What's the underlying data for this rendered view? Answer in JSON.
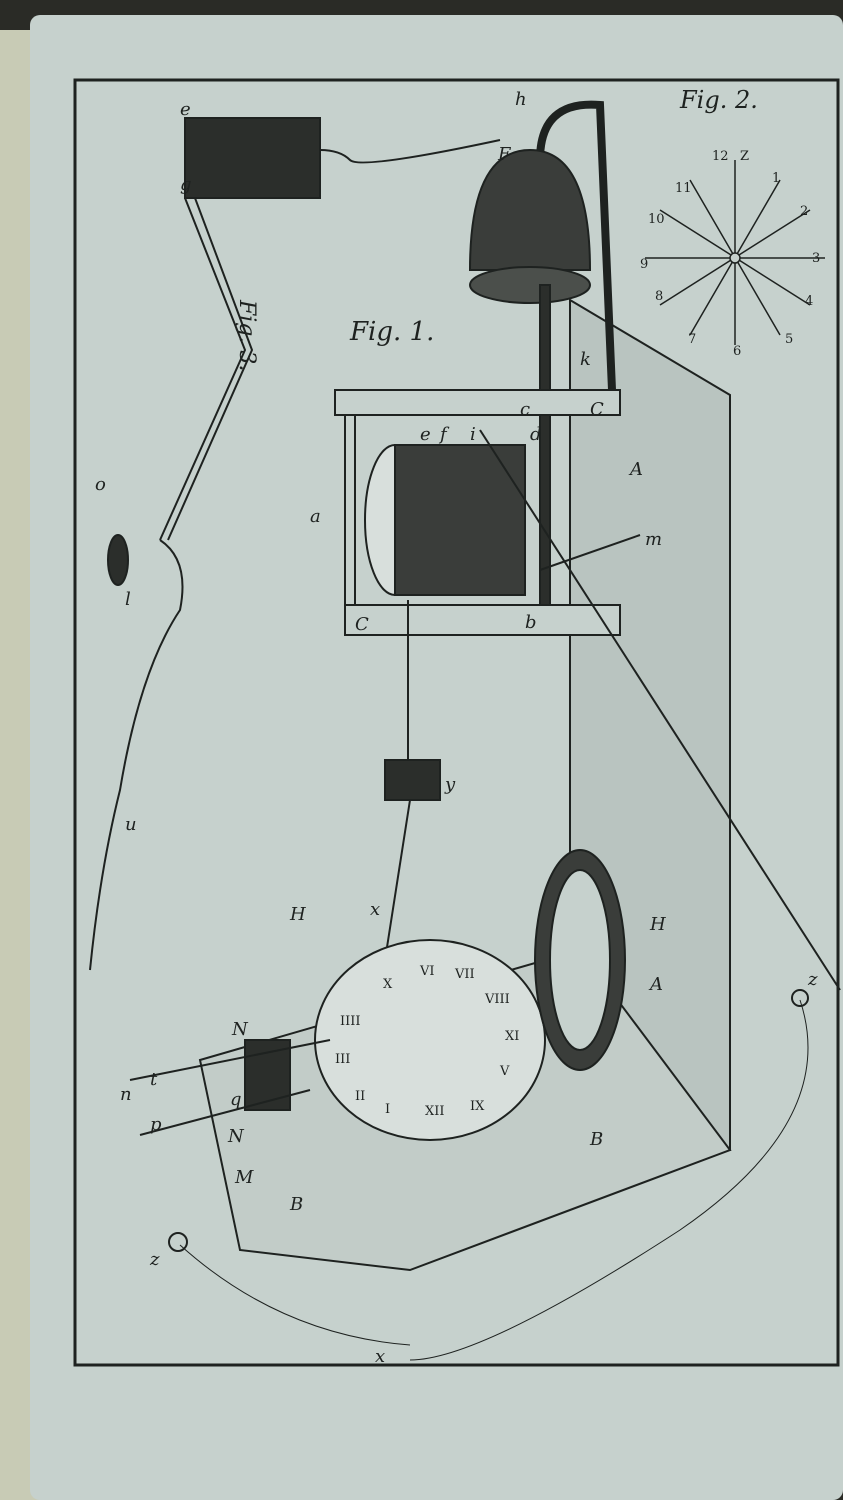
{
  "plate": {
    "fig1_title": "Fig. 1.",
    "fig2_title": "Fig. 2.",
    "fig3_title": "Fig. 3.",
    "fig2_numbers": [
      "12",
      "Z",
      "1",
      "2",
      "3",
      "4",
      "5",
      "6",
      "7",
      "8",
      "9",
      "10",
      "11"
    ],
    "clock_numerals": [
      "I",
      "II",
      "III",
      "IIII",
      "V",
      "VI",
      "VII",
      "VIII",
      "IX",
      "X",
      "XI",
      "XII"
    ],
    "labels": {
      "h": "h",
      "F": "F",
      "c": "c",
      "C": "C",
      "A": "A",
      "B": "B",
      "m": "m",
      "a": "a",
      "b": "b",
      "d": "d",
      "e": "e",
      "f": "f",
      "g": "g",
      "i": "i",
      "k": "k",
      "y": "y",
      "x": "x",
      "H": "H",
      "N": "N",
      "M": "M",
      "n": "n",
      "t": "t",
      "p": "p",
      "q": "q",
      "u": "u",
      "o": "o",
      "l": "l",
      "z": "z"
    }
  },
  "colors": {
    "paper": "#c6d1cd",
    "ink": "#1e2220",
    "binding": "#2a2b26"
  }
}
